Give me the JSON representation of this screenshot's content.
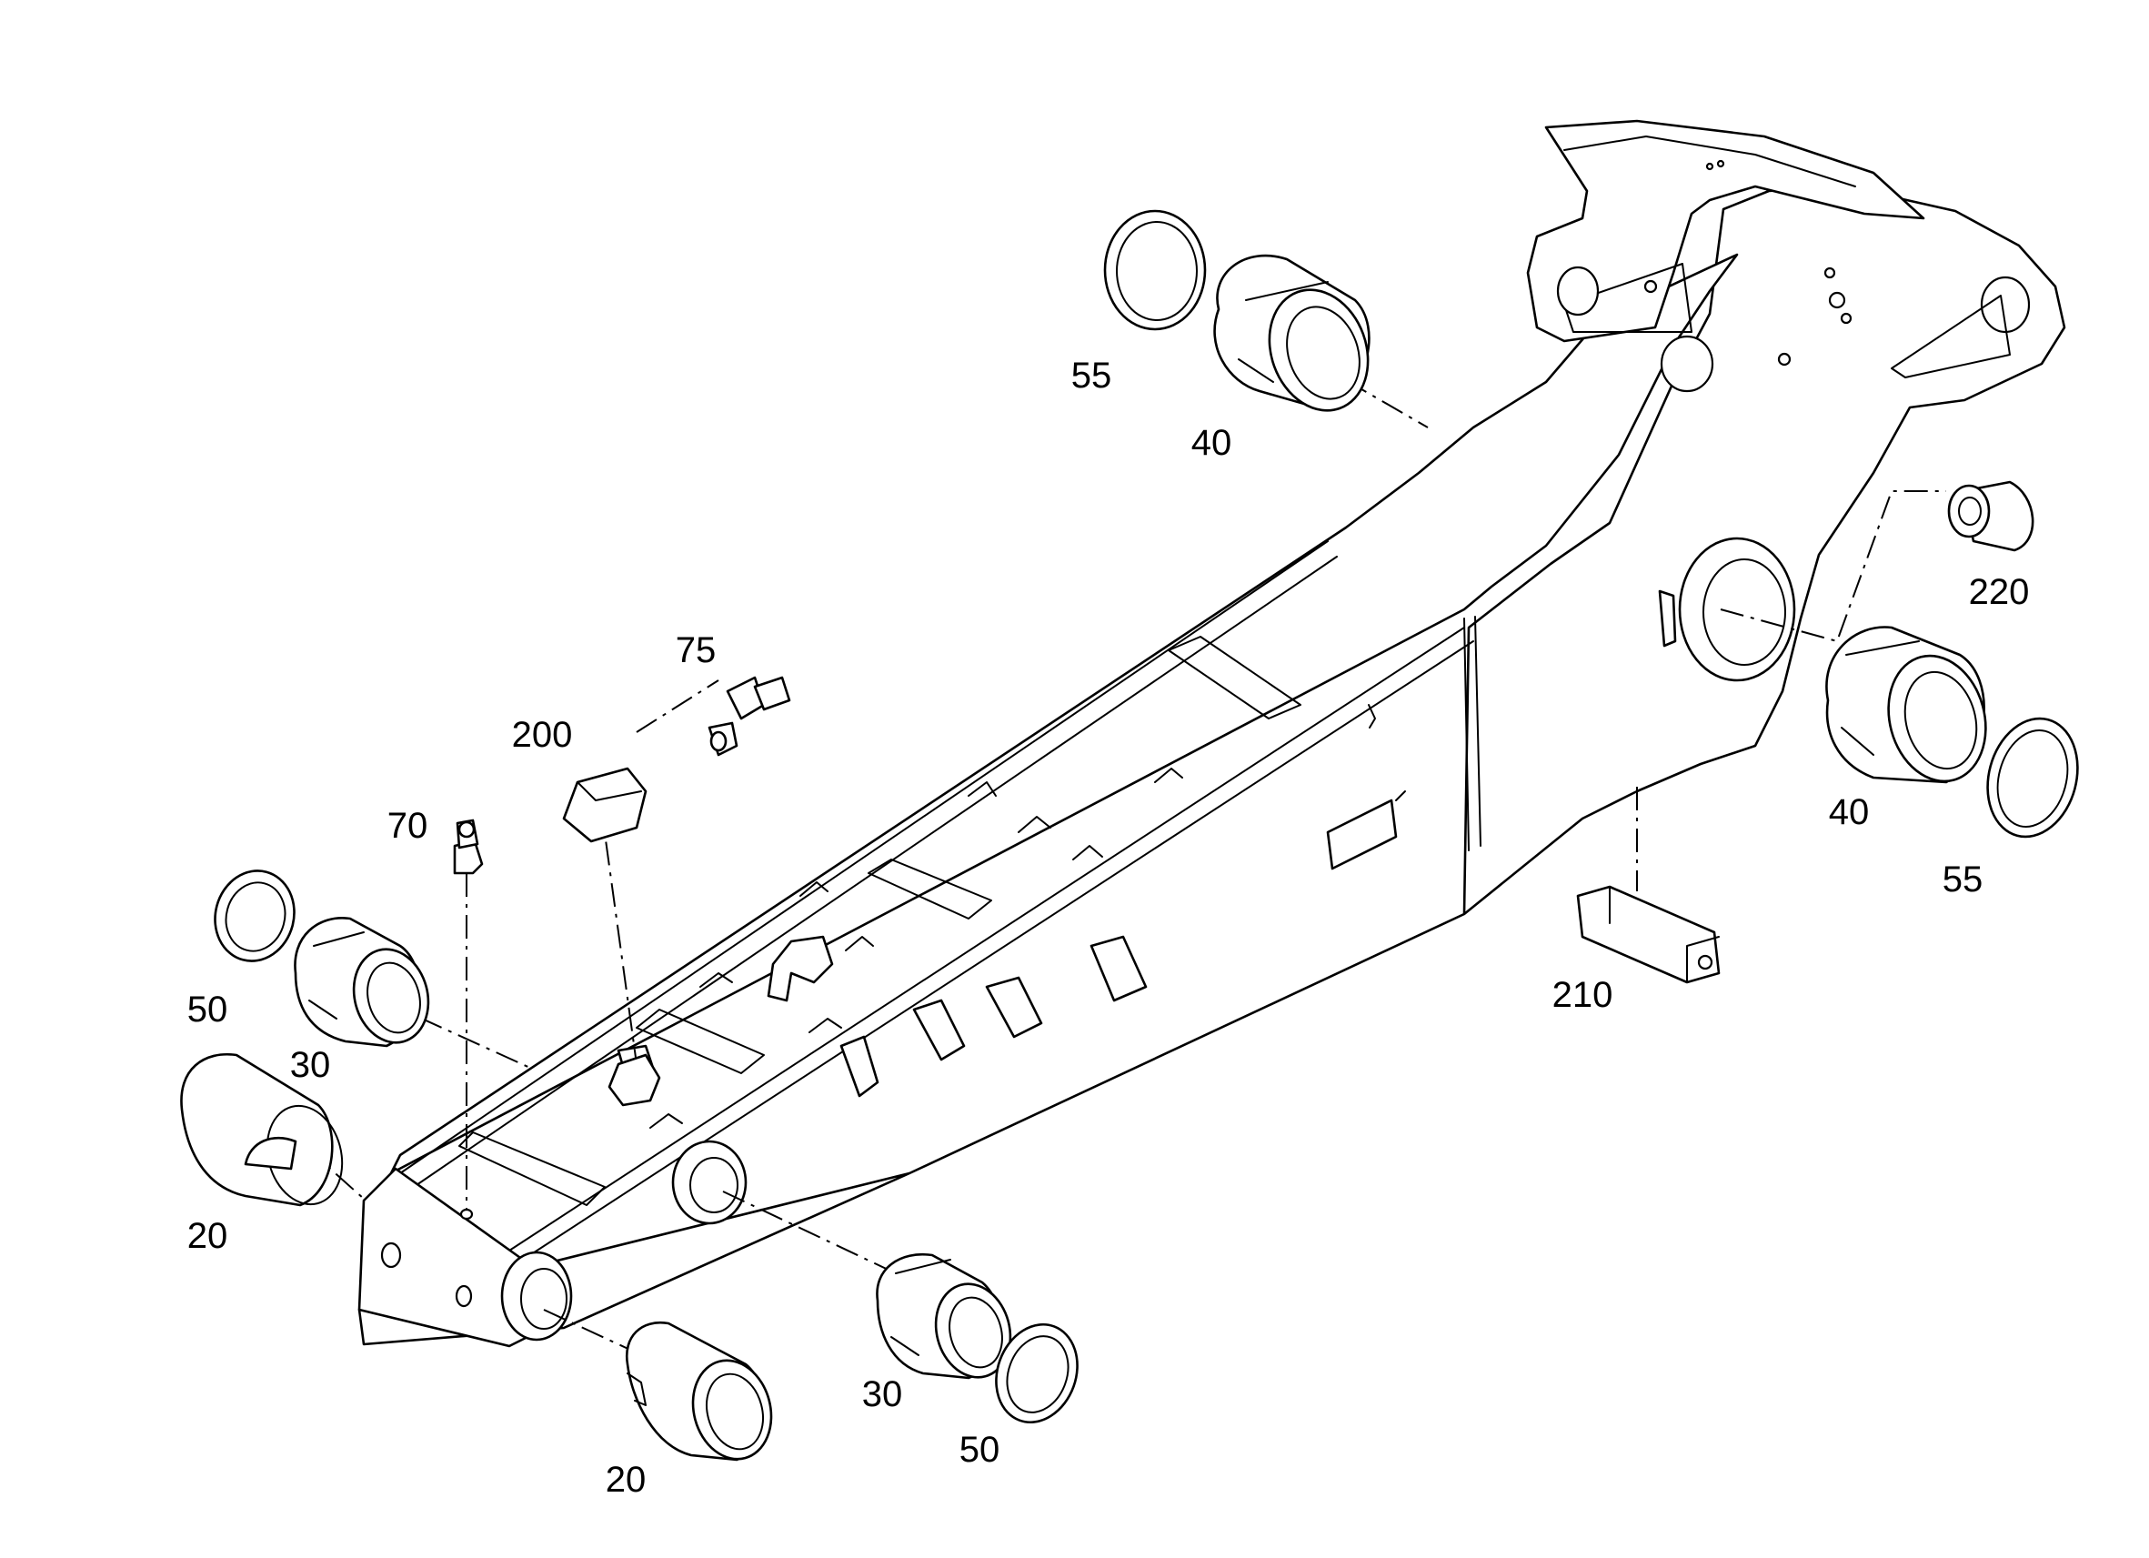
{
  "callouts": [
    {
      "id": "c55_top",
      "text": "55"
    },
    {
      "id": "c40_top",
      "text": "40"
    },
    {
      "id": "c220",
      "text": "220"
    },
    {
      "id": "c40_right",
      "text": "40"
    },
    {
      "id": "c55_right",
      "text": "55"
    },
    {
      "id": "c210",
      "text": "210"
    },
    {
      "id": "c75",
      "text": "75"
    },
    {
      "id": "c200",
      "text": "200"
    },
    {
      "id": "c70",
      "text": "70"
    },
    {
      "id": "c50_left",
      "text": "50"
    },
    {
      "id": "c30_left",
      "text": "30"
    },
    {
      "id": "c20_left",
      "text": "20"
    },
    {
      "id": "c20_bottom",
      "text": "20"
    },
    {
      "id": "c30_bottom",
      "text": "30"
    },
    {
      "id": "c50_bottom",
      "text": "50"
    }
  ]
}
